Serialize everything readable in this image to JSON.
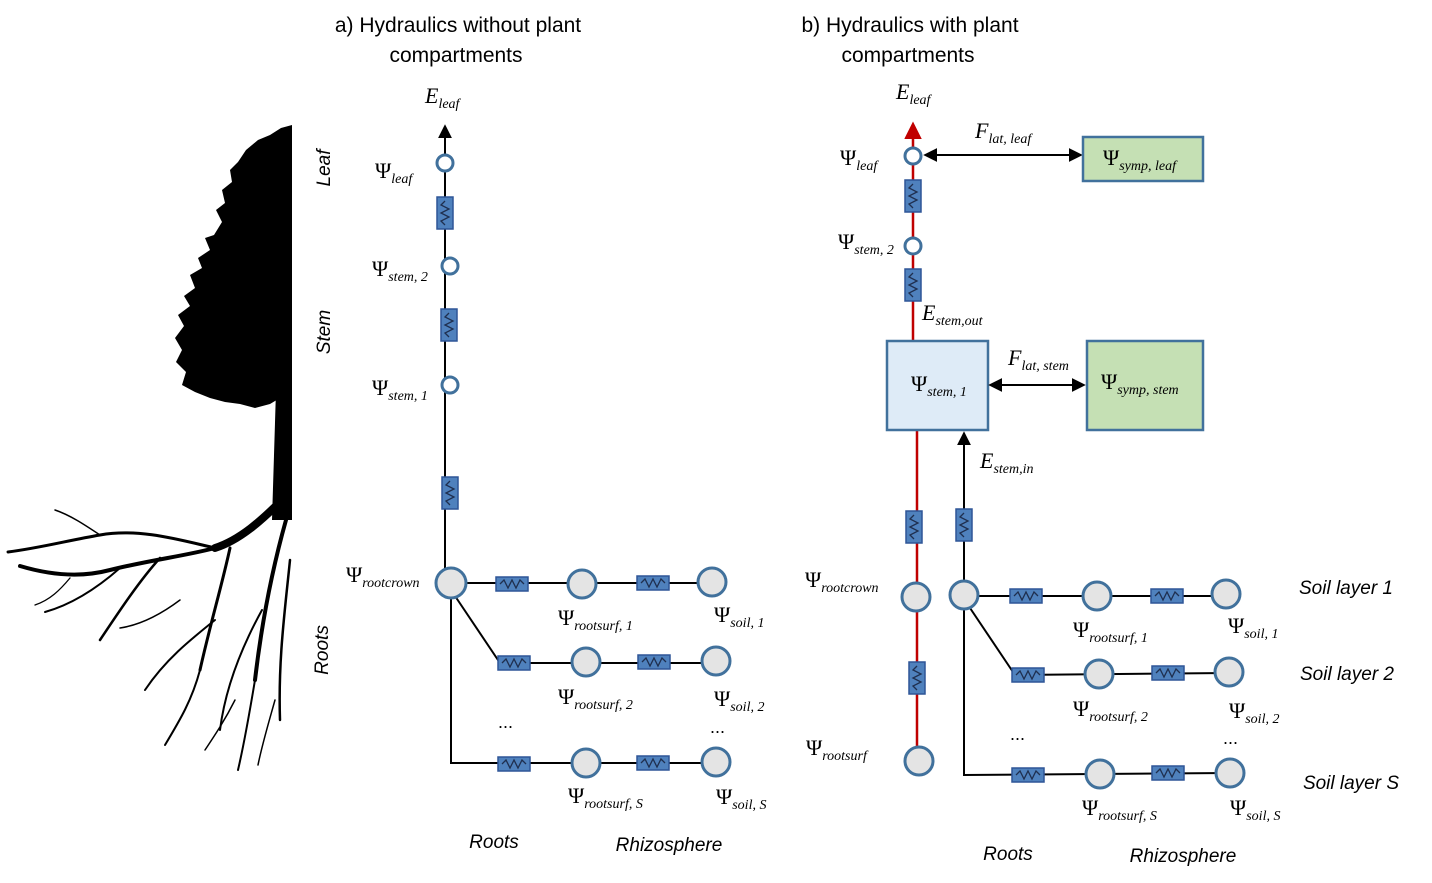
{
  "panel_a": {
    "title_line1": "a) Hydraulics without plant",
    "title_line2": "compartments",
    "e_leaf": "leaf",
    "psi_leaf": "leaf",
    "psi_stem2": "stem, 2",
    "psi_stem1": "stem, 1",
    "psi_rootcrown": "rootcrown",
    "psi_rootsurf1": "rootsurf, 1",
    "psi_soil1": "soil, 1",
    "psi_rootsurf2": "rootsurf, 2",
    "psi_soil2": "soil, 2",
    "psi_rootsurfS": "rootsurf, S",
    "psi_soilS": "soil, S",
    "ellipsis": "...",
    "label_roots": "Roots",
    "label_rhizosphere": "Rhizosphere",
    "organ_leaf": "Leaf",
    "organ_stem": "Stem",
    "organ_roots": "Roots"
  },
  "panel_b": {
    "title_line1": "b) Hydraulics with plant",
    "title_line2": "compartments",
    "e_leaf": "leaf",
    "psi_leaf": "leaf",
    "f_lat_leaf": "lat, leaf",
    "psi_symp_leaf": "symp, leaf",
    "psi_stem2": "stem, 2",
    "e_stem_out": "stem,out",
    "psi_stem1": "stem, 1",
    "f_lat_stem": "lat, stem",
    "psi_symp_stem": "symp,  stem",
    "e_stem_in": "stem,in",
    "psi_rootcrown": "rootcrown",
    "psi_rootsurf": "rootsurf",
    "psi_rootsurf1": "rootsurf, 1",
    "psi_soil1": "soil, 1",
    "psi_rootsurf2": "rootsurf, 2",
    "psi_soil2": "soil, 2",
    "psi_rootsurfS": "rootsurf, S",
    "psi_soilS": "soil, S",
    "soil_layer1": "Soil layer 1",
    "soil_layer2": "Soil layer 2",
    "soil_layerS": "Soil layer S",
    "ellipsis": "...",
    "label_roots": "Roots",
    "label_rhizosphere": "Rhizosphere"
  },
  "symbols": {
    "psi": "Ψ",
    "E": "E",
    "F": "F"
  },
  "colors": {
    "node_stroke": "#41719c",
    "resistor_fill": "#4f81bd",
    "red_flow": "#c00000",
    "stem_compartment": "#deebf7",
    "symplasm_compartment": "#c5e0b4"
  }
}
